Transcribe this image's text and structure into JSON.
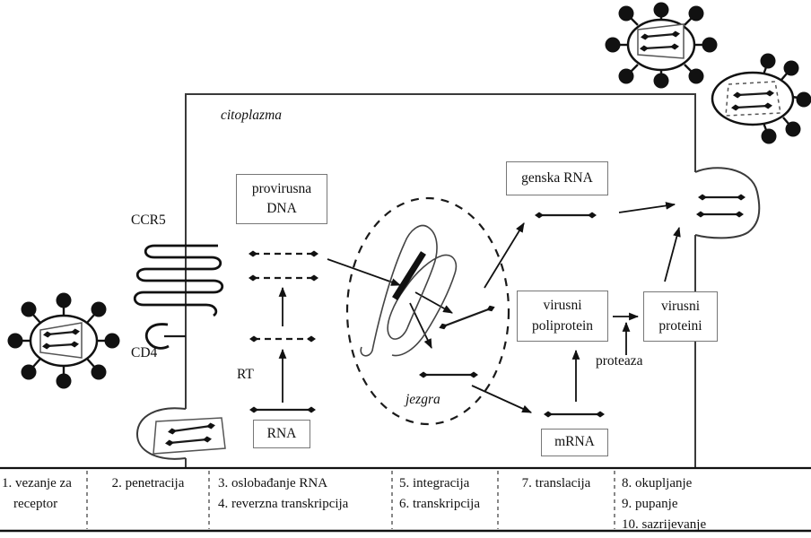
{
  "labels": {
    "cytoplasm": "citoplazma",
    "nucleus": "jezgra",
    "ccr5": "CCR5",
    "cd4": "CD4",
    "rt": "RT",
    "protease": "proteaza"
  },
  "boxes": {
    "proviral_dna": "provirusna DNA",
    "genomic_rna": "genska RNA",
    "viral_polyprotein": "virusni poliprotein",
    "viral_proteins": "virusni proteini",
    "mrna": "mRNA",
    "rna": "RNA"
  },
  "steps": [
    {
      "lines": [
        "1. vezanje za",
        "receptor"
      ]
    },
    {
      "lines": [
        "2. penetracija"
      ]
    },
    {
      "lines": [
        "3. oslobađanje RNA",
        "4. reverzna transkripcija"
      ]
    },
    {
      "lines": [
        "5. integracija",
        "6. transkripcija"
      ]
    },
    {
      "lines": [
        "7. translacija"
      ]
    },
    {
      "lines": [
        "8. okupljanje",
        "9. pupanje",
        "10. sazrijevanje"
      ]
    }
  ],
  "colors": {
    "ink": "#1a1a1a",
    "box_border": "#777777",
    "background": "#ffffff"
  }
}
